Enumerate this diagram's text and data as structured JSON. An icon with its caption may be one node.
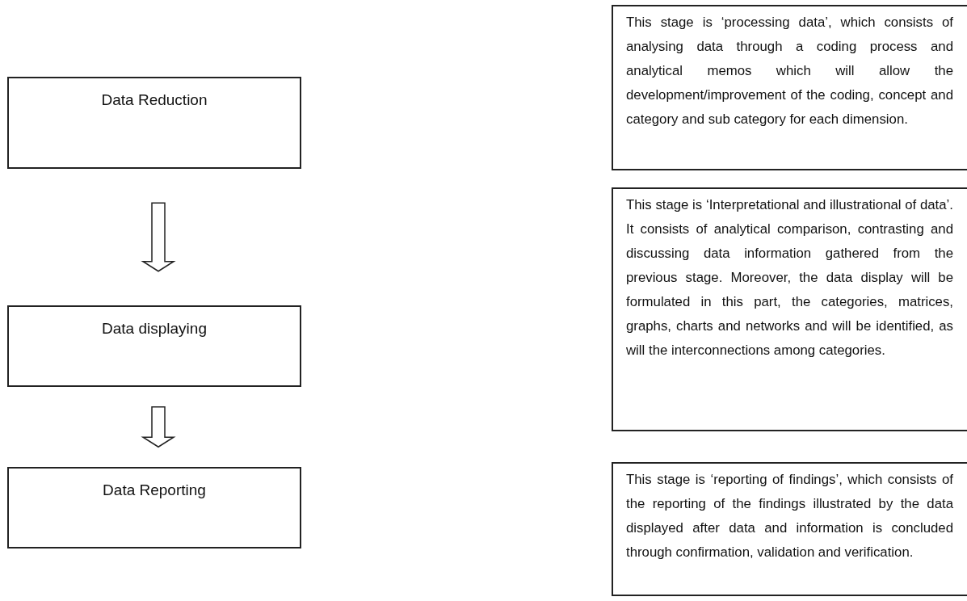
{
  "diagram": {
    "nodes": [
      {
        "text": [
          "Data Reduction"
        ]
      },
      {
        "text": [
          "This stage is ‘processing data’, which consists of analysing data through a coding process and analytical memos which will allow the development/improvement of the coding, concept and category and sub category for each dimension."
        ]
      },
      {
        "text": [
          "Data displaying"
        ]
      },
      {
        "text": [
          "This stage is ‘Interpretational and illustrational of data’. It consists of analytical comparison, contrasting and discussing data information gathered from the previous stage. Moreover, the data display will be formulated in this part, the categories, matrices, graphs, charts and networks and will be identified, as will the interconnections among categories."
        ]
      },
      {
        "text": [
          "Data Reporting"
        ]
      },
      {
        "text": [
          "This stage is ‘reporting of findings’, which consists of the reporting of the findings illustrated by the data displayed after data and information is concluded through confirmation, validation and verification."
        ]
      }
    ],
    "edges": [
      {
        "from": 0,
        "to": 2,
        "arrow": "to"
      },
      {
        "from": 2,
        "to": 4,
        "arrow": "to"
      }
    ]
  }
}
